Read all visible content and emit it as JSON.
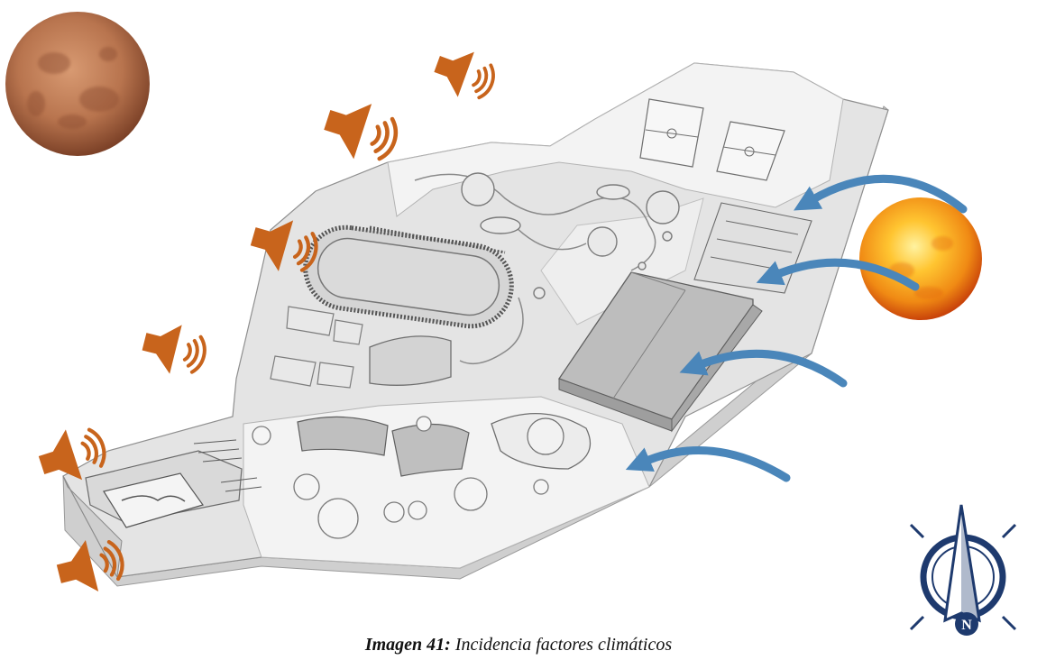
{
  "caption": {
    "label": "Imagen 41:",
    "text": "Incidencia factores climáticos"
  },
  "compass": {
    "letter": "N"
  },
  "colors": {
    "speaker": "#c8641c",
    "wind_arrow": "#4a86ba",
    "sun_core": "#ffd23c",
    "sun_edge": "#d9500a",
    "moon_core": "#c7875e",
    "moon_edge": "#8c4e30",
    "compass": "#1e3a6e",
    "site_fill": "#e2e2e2",
    "site_light": "#f2f2f2",
    "building": "#bdbdbd"
  },
  "icons": [
    "speaker-icon",
    "wind-arrow-icon",
    "sun-icon",
    "moon-icon",
    "north-compass-icon"
  ]
}
